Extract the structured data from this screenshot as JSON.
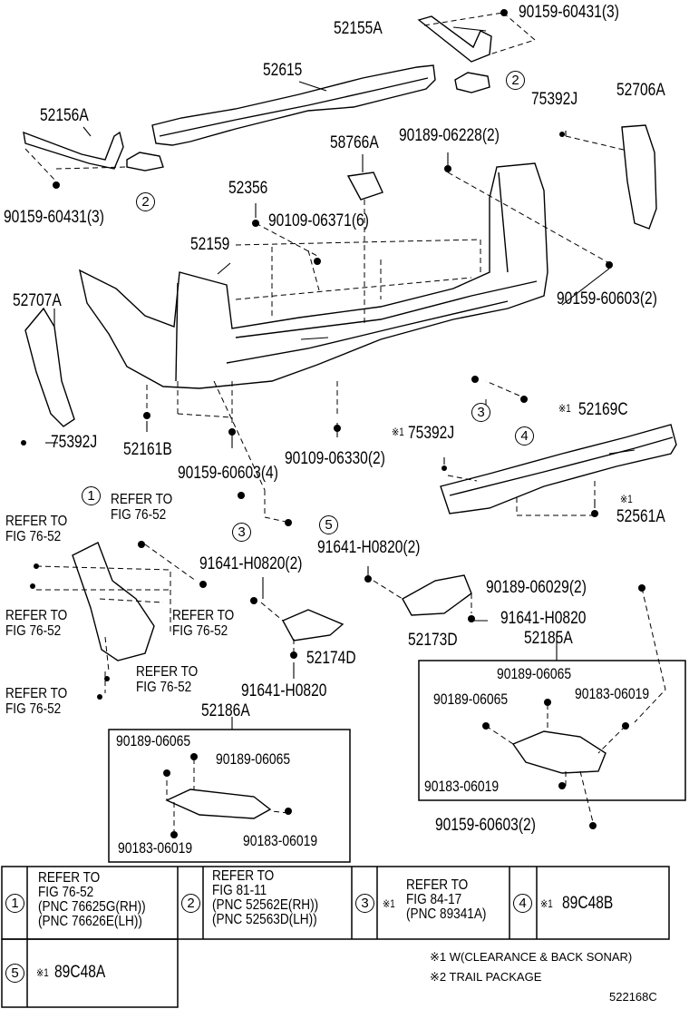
{
  "diagram": {
    "code": "522168C",
    "parts": {
      "p52155A": "52155A",
      "p90159_60431_top": "90159-60431(3)",
      "p52615": "52615",
      "p52156A": "52156A",
      "p90159_60431_left": "90159-60431(3)",
      "p58766A": "58766A",
      "p90189_06228": "90189-06228(2)",
      "p75392J_top": "75392J",
      "p52706A": "52706A",
      "p52356": "52356",
      "p90109_06371": "90109-06371(6)",
      "p52159": "52159",
      "p90159_60603_right": "90159-60603(2)",
      "p52707A": "52707A",
      "p75392J_left": "75392J",
      "p52161B": "52161B",
      "p90159_60603_mid": "90159-60603(4)",
      "p90109_06330": "90109-06330(2)",
      "p75392J_mid": "75392J",
      "p52169C": "52169C",
      "p52561A": "52561A",
      "p91641_H0820_2a": "91641-H0820(2)",
      "p91641_H0820_2b": "91641-H0820(2)",
      "p90189_06029": "90189-06029(2)",
      "p91641_H0820_a": "91641-H0820",
      "p52173D": "52173D",
      "p52174D": "52174D",
      "p91641_H0820_b": "91641-H0820",
      "p52185A": "52185A",
      "p90189_06065_r1": "90189-06065",
      "p90189_06065_r2": "90189-06065",
      "p90183_06019_r1": "90183-06019",
      "p90183_06019_r2": "90183-06019",
      "p90159_60603_bottom": "90159-60603(2)",
      "p52186A": "52186A",
      "p90189_06065_l1": "90189-06065",
      "p90189_06065_l2": "90189-06065",
      "p90183_06019_l1": "90183-06019",
      "p90183_06019_l2": "90183-06019"
    },
    "marks": {
      "x1": "※1",
      "one": "1",
      "two": "2",
      "three": "3",
      "four": "4",
      "five": "5"
    },
    "refs": {
      "r1": "REFER TO\nFIG 76-52",
      "r2": "REFER TO\nFIG 76-52",
      "r3": "REFER TO\nFIG 76-52",
      "r4": "REFER TO\nFIG 76-52",
      "r5": "REFER TO\nFIG 76-52",
      "r6": "REFER TO\nFIG 76-52"
    }
  },
  "legend": {
    "c1_text": "REFER TO\nFIG 76-52\n(PNC 76625G(RH))\n(PNC 76626E(LH))",
    "c2_text": "REFER TO\nFIG 81-11\n(PNC 52562E(RH))\n(PNC 52563D(LH))",
    "c3_text": "REFER TO\nFIG 84-17\n(PNC 89341A)",
    "c4_text": "89C48B",
    "c5_text": "89C48A",
    "note1": "※1 W(CLEARANCE & BACK SONAR)",
    "note2": "※2 TRAIL PACKAGE"
  }
}
